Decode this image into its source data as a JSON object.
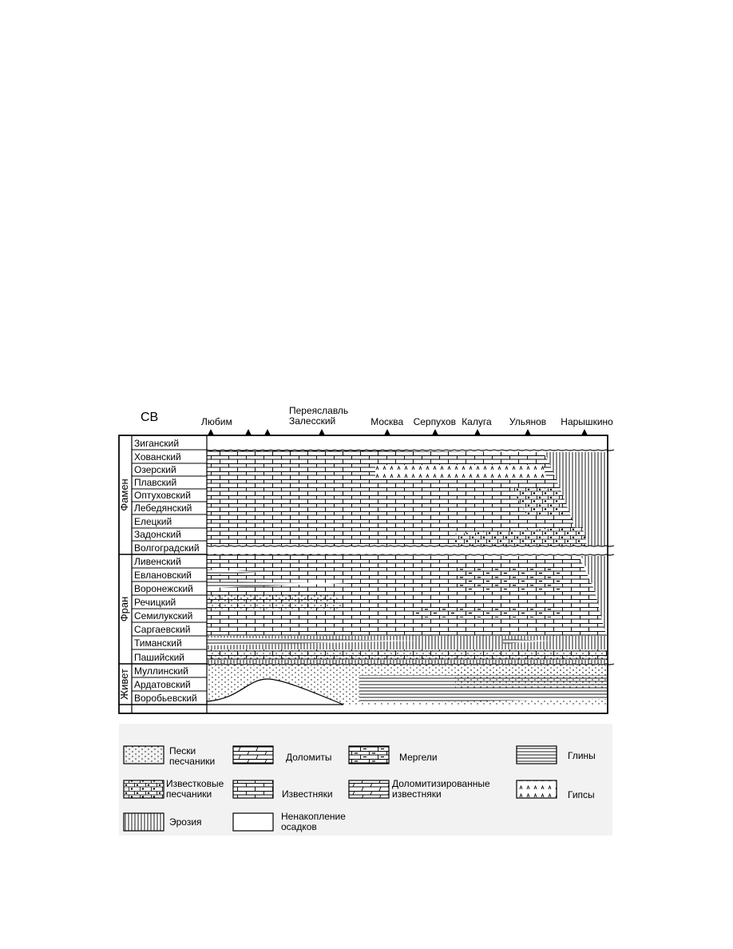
{
  "corner_label": "СВ",
  "locations": [
    {
      "name": "Любим"
    },
    {
      "name": "Переяславль\nЗалесский"
    },
    {
      "name": "Москва"
    },
    {
      "name": "Серпухов"
    },
    {
      "name": "Калуга"
    },
    {
      "name": "Ульянов"
    },
    {
      "name": "Нарышкино"
    }
  ],
  "stages": [
    {
      "group": "Фамен",
      "names": [
        "Зиганский",
        "Хованский",
        "Озерский",
        "Плавский",
        "Оптуховский",
        "Лебедянский",
        "Елецкий",
        "Задонский",
        "Волгоградский"
      ]
    },
    {
      "group": "Фран",
      "names": [
        "Ливенский",
        "Евлановский",
        "Воронежский",
        "Речицкий",
        "Семилукский",
        "Саргаевский",
        "Тиманский",
        "Пашийский"
      ]
    },
    {
      "group": "Живет",
      "names": [
        "Муллинский",
        "Ардатовский",
        "Воробьевский"
      ]
    }
  ],
  "legend": [
    {
      "pattern": "sand",
      "label": "Пески\nпесчаники"
    },
    {
      "pattern": "dolomite",
      "label": "Доломиты"
    },
    {
      "pattern": "marl",
      "label": "Мергели"
    },
    {
      "pattern": "clay",
      "label": "Глины"
    },
    {
      "pattern": "calc-sand",
      "label": "Известковые\nпесчаники"
    },
    {
      "pattern": "limestone",
      "label": "Известняки"
    },
    {
      "pattern": "dolom-lime",
      "label": "Доломитизированные\nизвестняки"
    },
    {
      "pattern": "gypsum",
      "label": "Гипсы"
    },
    {
      "pattern": "erosion",
      "label": "Эрозия"
    },
    {
      "pattern": "none",
      "label": "Ненакопление\nосадков"
    }
  ]
}
